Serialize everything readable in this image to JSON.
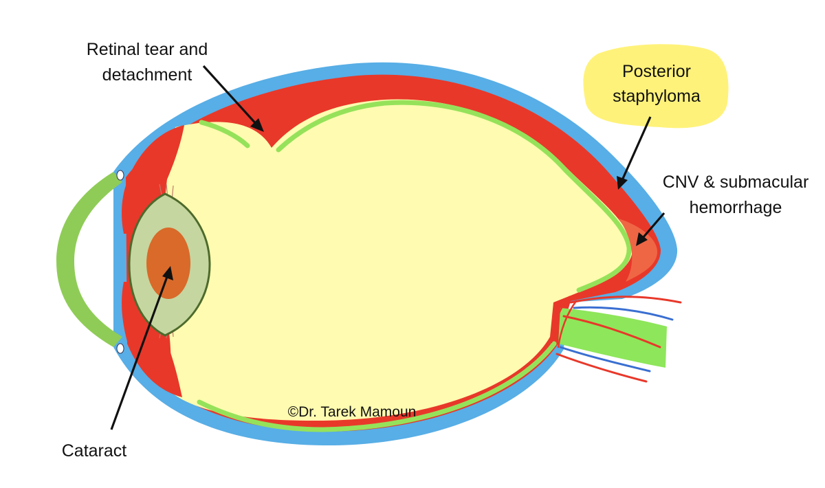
{
  "labels": {
    "retinal_tear_line1": "Retinal tear and",
    "retinal_tear_line2": "detachment",
    "staphyloma_line1": "Posterior",
    "staphyloma_line2": "staphyloma",
    "cnv_line1": "CNV & submacular",
    "cnv_line2": "hemorrhage",
    "cataract": "Cataract",
    "copyright": "©Dr. Tarek Mamoun"
  },
  "colors": {
    "sclera": "#58aee6",
    "choroid": "#e8382a",
    "retina": "#95e25a",
    "vitreous": "#fffbb0",
    "cornea": "#8fcc57",
    "lens": "#c5d6a0",
    "lens_nucleus": "#d96a2a",
    "hemorrhage": "#ef6645",
    "callout_blob": "#fff27a",
    "vein": "#3a6fd1",
    "optic_nerve": "#8ee65a"
  }
}
